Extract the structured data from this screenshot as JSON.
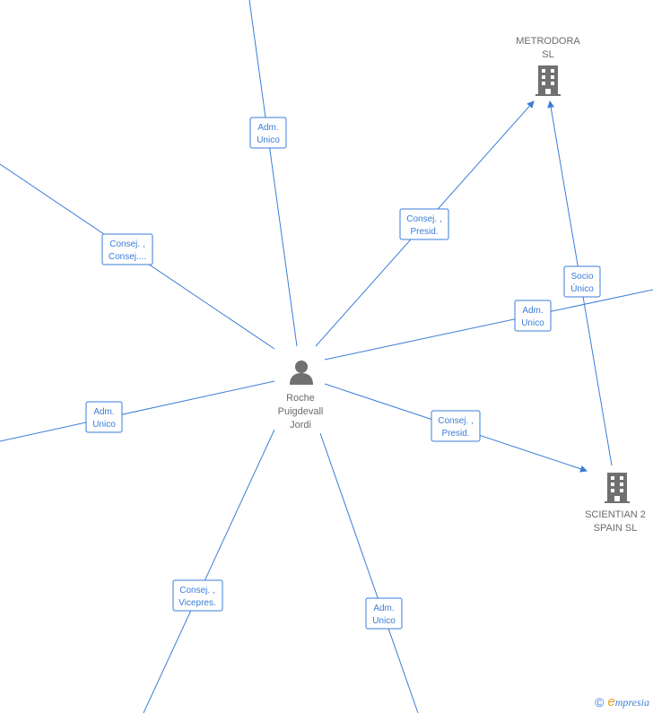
{
  "person": {
    "name_lines": [
      "Roche",
      "Puigdevall",
      "Jordi"
    ]
  },
  "companies": {
    "metrodora": {
      "name_lines": [
        "METRODORA",
        "SL"
      ]
    },
    "scientian": {
      "name_lines": [
        "SCIENTIAN 2",
        "SPAIN  SL"
      ]
    }
  },
  "edges": [
    {
      "id": "top",
      "label_lines": [
        "Adm.",
        "Unico"
      ]
    },
    {
      "id": "upper-left",
      "label_lines": [
        "Consej. ,",
        "Consej...."
      ]
    },
    {
      "id": "to-metrodora",
      "label_lines": [
        "Consej. ,",
        "Presid."
      ]
    },
    {
      "id": "scientian-metrodora",
      "label_lines": [
        "Socio",
        "Único"
      ]
    },
    {
      "id": "right",
      "label_lines": [
        "Adm.",
        "Unico"
      ]
    },
    {
      "id": "to-scientian",
      "label_lines": [
        "Consej. ,",
        "Presid."
      ]
    },
    {
      "id": "left",
      "label_lines": [
        "Adm.",
        "Unico"
      ]
    },
    {
      "id": "lower-left",
      "label_lines": [
        "Consej. ,",
        "Vicepres."
      ]
    },
    {
      "id": "bottom",
      "label_lines": [
        "Adm.",
        "Unico"
      ]
    }
  ],
  "footer": {
    "copyright_symbol": "©",
    "brand_initial": "e",
    "brand_rest": "mpresia"
  },
  "colors": {
    "edge": "#3b7dd8",
    "node_icon": "#707070",
    "node_text": "#6b6b6b",
    "brand_accent": "#f0a01e"
  },
  "icons": {
    "person": "person-icon",
    "company": "building-icon"
  }
}
